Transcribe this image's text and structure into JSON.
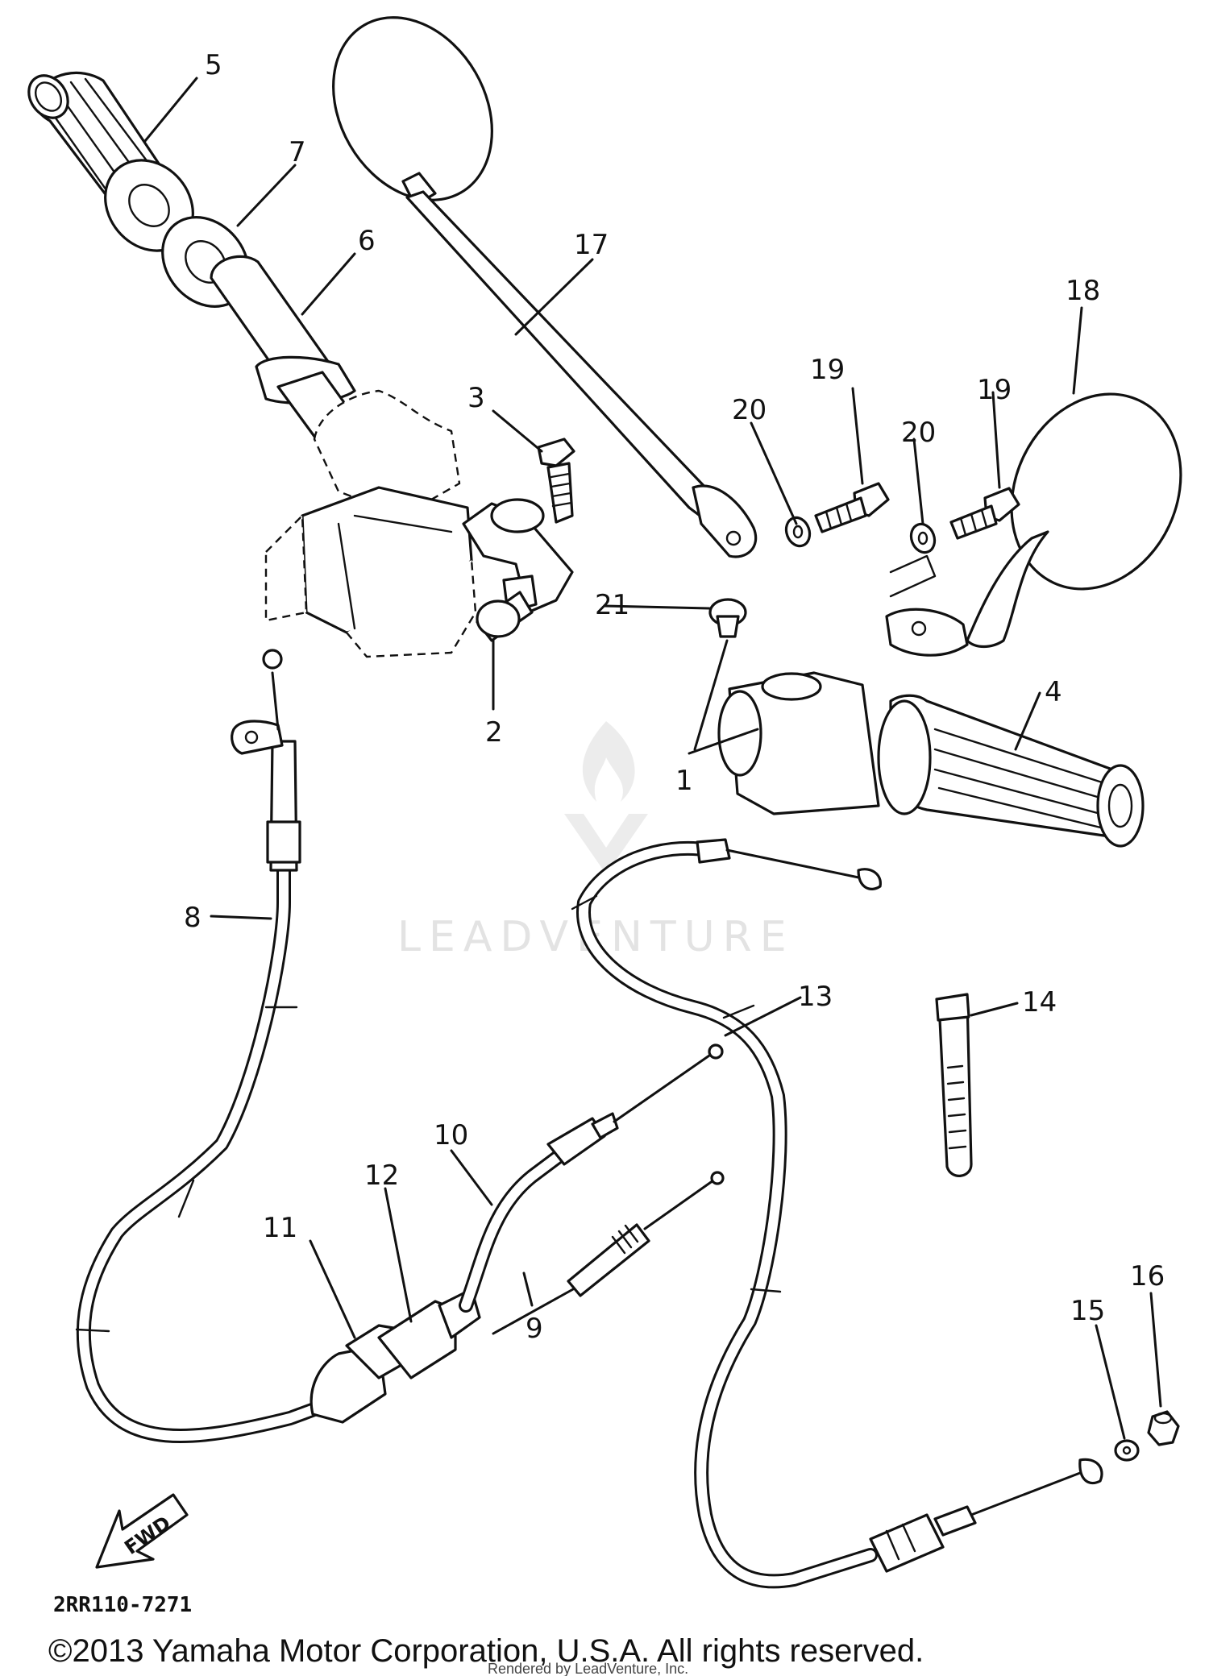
{
  "diagram": {
    "parts": [
      {
        "label": "1"
      },
      {
        "label": "2"
      },
      {
        "label": "3"
      },
      {
        "label": "4"
      },
      {
        "label": "5"
      },
      {
        "label": "6"
      },
      {
        "label": "7"
      },
      {
        "label": "8"
      },
      {
        "label": "9"
      },
      {
        "label": "10"
      },
      {
        "label": "11"
      },
      {
        "label": "12"
      },
      {
        "label": "13"
      },
      {
        "label": "14"
      },
      {
        "label": "15"
      },
      {
        "label": "16"
      },
      {
        "label": "17"
      },
      {
        "label": "18"
      },
      {
        "label": "19"
      },
      {
        "label": "19"
      },
      {
        "label": "20"
      },
      {
        "label": "20"
      },
      {
        "label": "21"
      }
    ],
    "fwd_label": "FWD",
    "diagram_code": "2RR110-7271",
    "watermark": "LEADVENTURE"
  },
  "footer": {
    "copyright": "©2013 Yamaha Motor Corporation, U.S.A. All rights reserved.",
    "rendered_by": "Rendered by LeadVenture, Inc."
  },
  "colors": {
    "line": "#111111",
    "background": "#ffffff",
    "watermark": "#e3e3e3"
  }
}
